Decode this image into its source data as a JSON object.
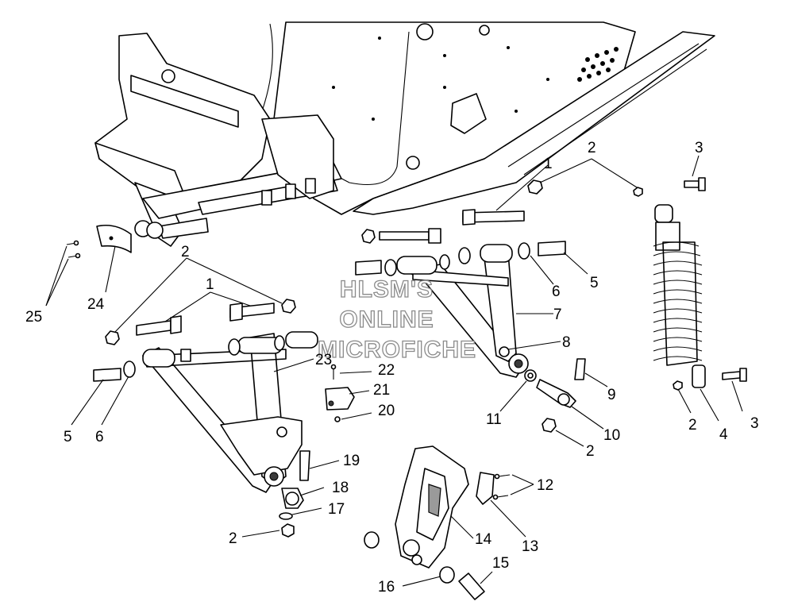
{
  "watermark": {
    "line1": "HLSM'S",
    "line2": "ONLINE",
    "line3": "MICROFICHE"
  },
  "callouts": {
    "c1a": "1",
    "c1b": "1",
    "c2a": "2",
    "c2b": "2",
    "c2c": "2",
    "c2d": "2",
    "c2e": "2",
    "c3a": "3",
    "c3b": "3",
    "c4": "4",
    "c5a": "5",
    "c5b": "5",
    "c6a": "6",
    "c6b": "6",
    "c7": "7",
    "c8": "8",
    "c9": "9",
    "c10": "10",
    "c11": "11",
    "c12": "12",
    "c13": "13",
    "c14": "14",
    "c15": "15",
    "c16": "16",
    "c17": "17",
    "c18": "18",
    "c19": "19",
    "c20": "20",
    "c21": "21",
    "c22": "22",
    "c23": "23",
    "c24": "24",
    "c25": "25"
  }
}
